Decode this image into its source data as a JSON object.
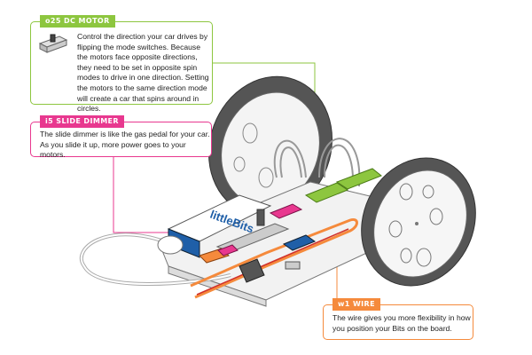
{
  "callouts": {
    "motor": {
      "tag": "o25 DC MOTOR",
      "text": "Control the direction your car drives by flipping the mode switches. Because the motors face opposite directions, they need to be set in opposite spin modes to drive in one direction. Setting the motors to the same direction mode will create a car that spins around in circles.",
      "color": "#8dc63f",
      "icon": "slide-switch-icon"
    },
    "dimmer": {
      "tag": "i5 SLIDE DIMMER",
      "text": "The slide dimmer is like the gas pedal for your car. As you slide it up, more power goes to your motors.",
      "color": "#e8388f"
    },
    "wire": {
      "tag": "w1 WIRE",
      "text": "The wire gives you more flexibility in how you position your Bits on the board.",
      "color": "#f58a3c"
    }
  },
  "illustration": {
    "battery_label": "littleBits",
    "colors": {
      "power_blue": "#1f5fa8",
      "input_pink": "#e8388f",
      "wire_orange": "#f58a3c",
      "output_green": "#8dc63f",
      "tire_gray": "#555555"
    }
  }
}
